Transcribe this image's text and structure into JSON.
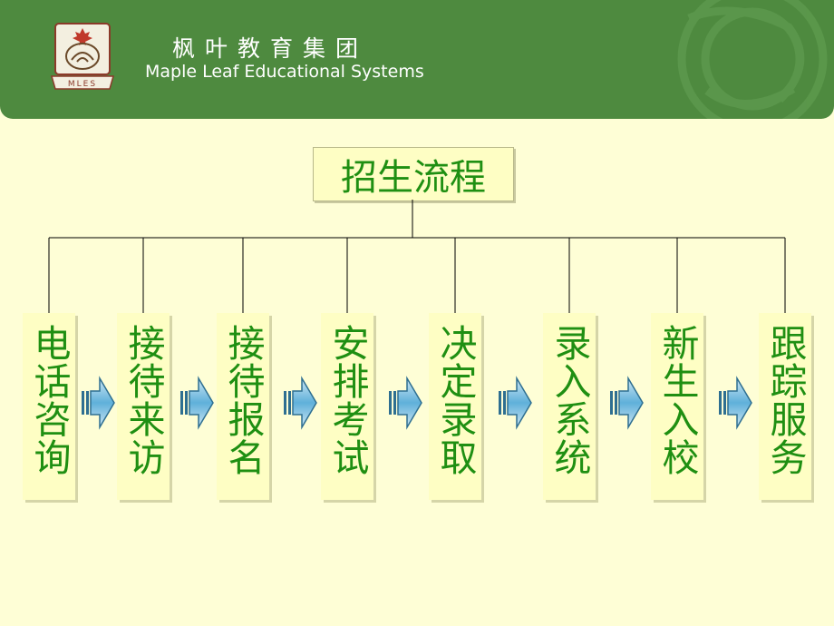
{
  "header": {
    "org_name_cn": "枫叶教育集团",
    "org_name_en": "Maple Leaf Educational Systems",
    "logo_text": "MLES",
    "background_color": "#4E8A3F"
  },
  "diagram": {
    "title": "招生流程",
    "steps": [
      {
        "label": "电话咨询"
      },
      {
        "label": "接待来访"
      },
      {
        "label": "接待报名"
      },
      {
        "label": "安排考试"
      },
      {
        "label": "决定录取"
      },
      {
        "label": "录入系统"
      },
      {
        "label": "新生入校"
      },
      {
        "label": "跟踪服务"
      }
    ],
    "arrow_icon": "right-arrow-icon",
    "text_color": "#1F8F12",
    "box_color": "#FEFEC4",
    "background_color": "#FEFED6"
  }
}
